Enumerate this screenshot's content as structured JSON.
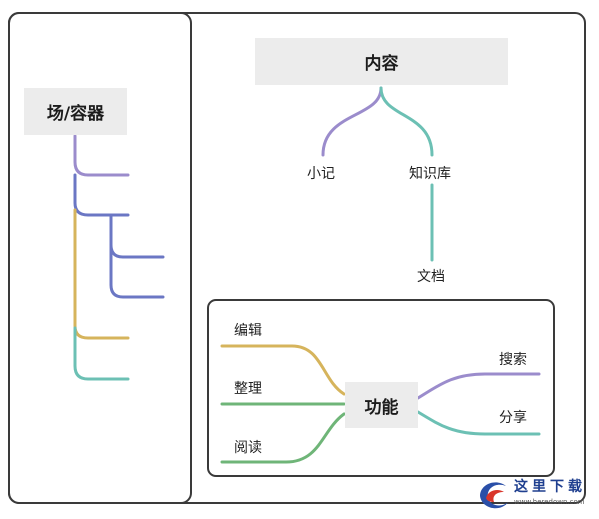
{
  "left_panel": {
    "title": "场/容器"
  },
  "content": {
    "title": "内容",
    "branches": [
      "小记",
      "知识库"
    ],
    "sub_branch": "文档"
  },
  "features": {
    "center": "功能",
    "left_items": [
      "编辑",
      "整理",
      "阅读"
    ],
    "right_items": [
      "搜索",
      "分享"
    ]
  },
  "colors": {
    "purple": "#9b8ccc",
    "blue": "#6b77c4",
    "yellow": "#d6b45c",
    "teal": "#6cc0b4",
    "green": "#6fb578"
  },
  "watermark": {
    "text": "这里下载",
    "url": "www.heredown.com"
  }
}
